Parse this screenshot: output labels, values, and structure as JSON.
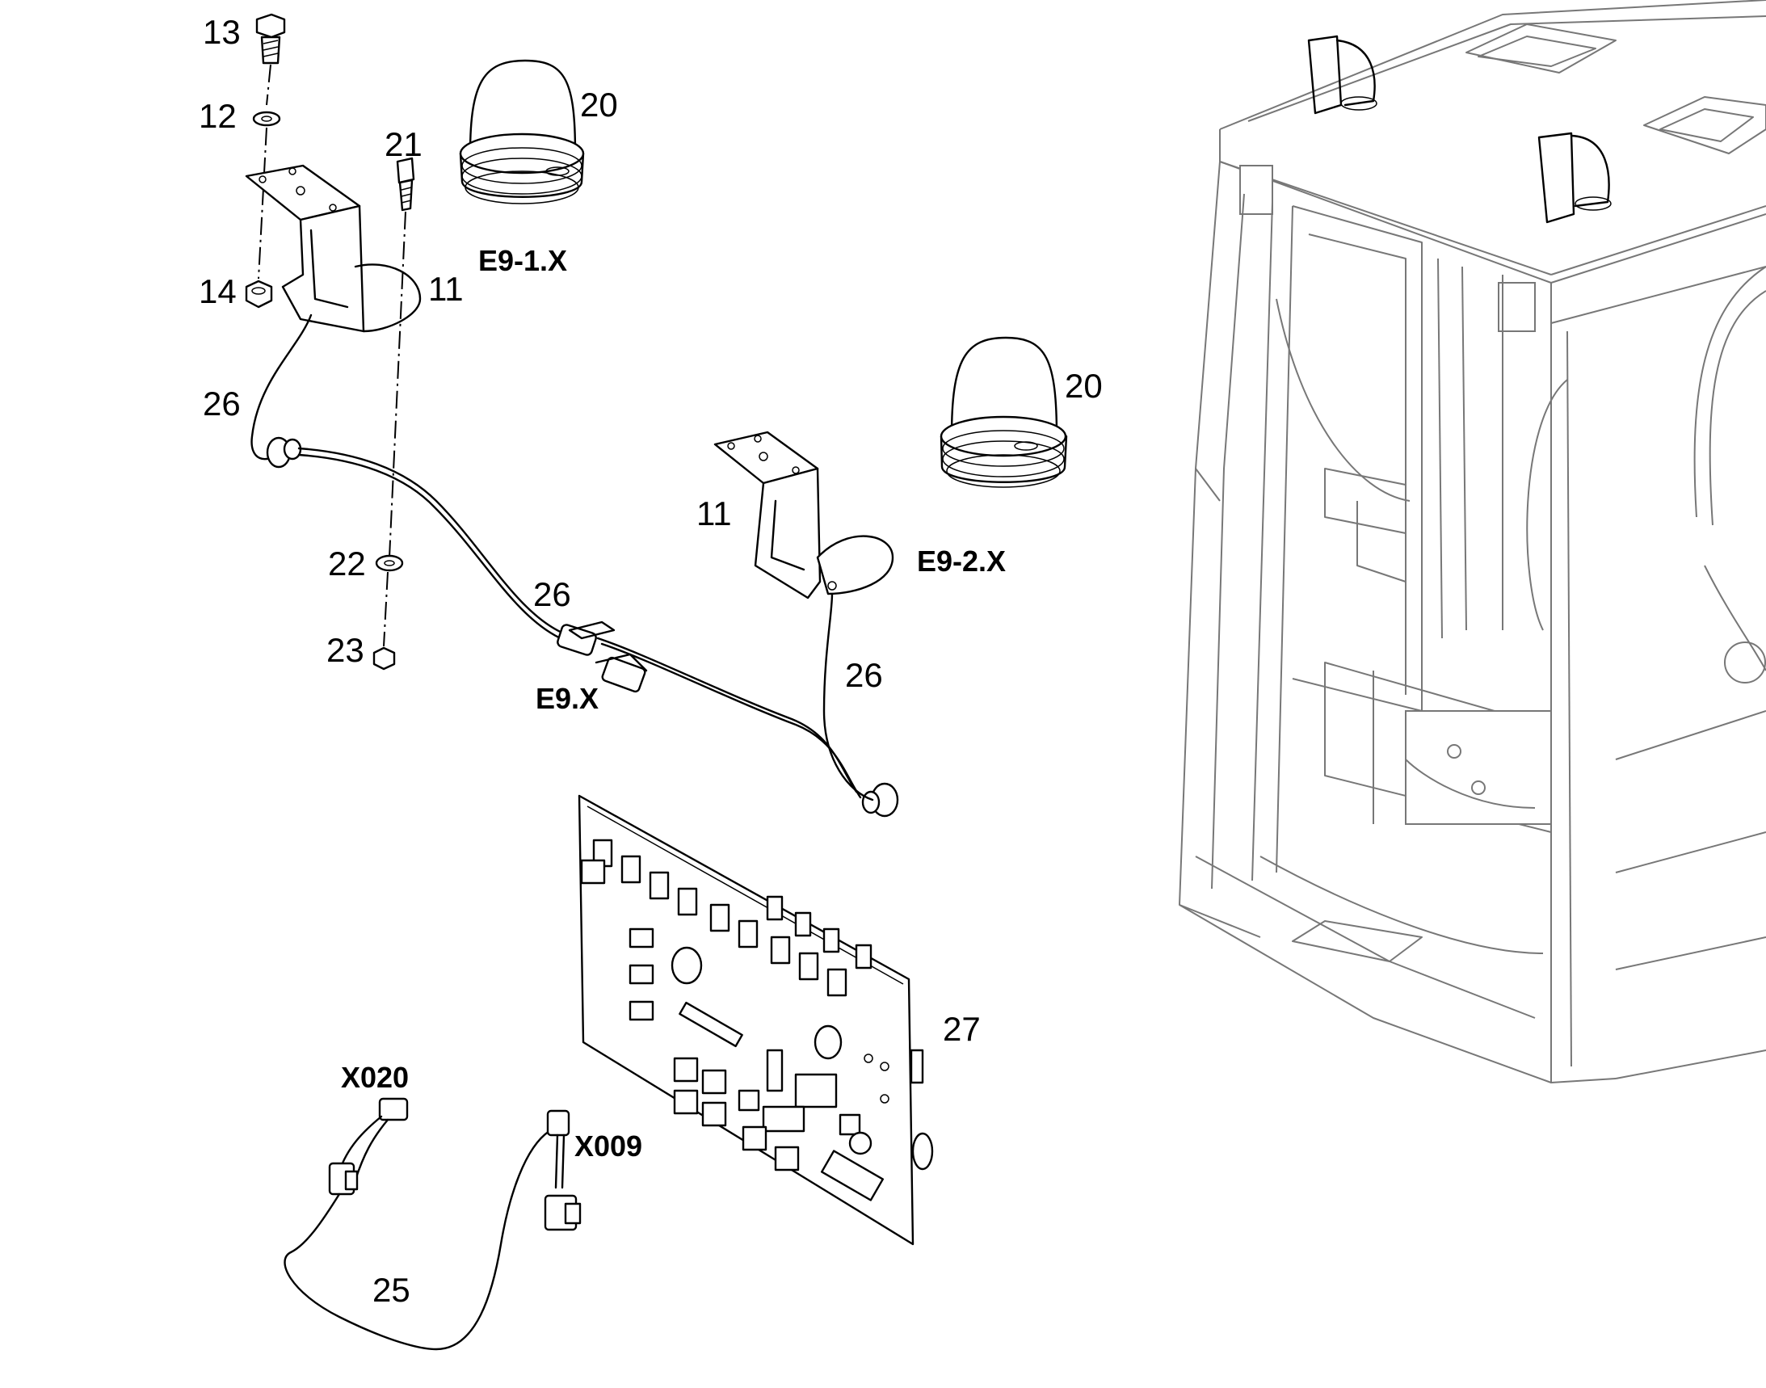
{
  "labels": {
    "n13": "13",
    "n12": "12",
    "n21": "21",
    "n20a": "20",
    "n20b": "20",
    "n14": "14",
    "n11a": "11",
    "n11b": "11",
    "n26a": "26",
    "n26b": "26",
    "n26c": "26",
    "n22": "22",
    "n23": "23",
    "n27": "27",
    "n25": "25",
    "e91x": "E9-1.X",
    "e92x": "E9-2.X",
    "e9x": "E9.X",
    "x020": "X020",
    "x009": "X009"
  }
}
